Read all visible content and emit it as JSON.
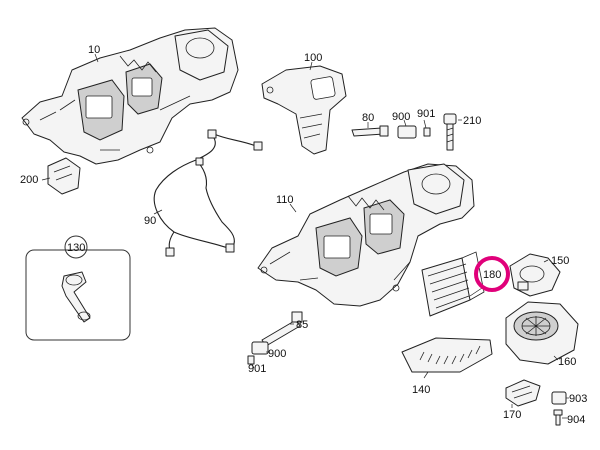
{
  "diagram": {
    "part_labels": {
      "p10": "10",
      "p100": "100",
      "p80": "80",
      "p900a": "900",
      "p901a": "901",
      "p210": "210",
      "p200": "200",
      "p90": "90",
      "p110": "110",
      "p130": "130",
      "p150": "150",
      "p180": "180",
      "p85": "85",
      "p900b": "900",
      "p901b": "901",
      "p140": "140",
      "p160": "160",
      "p170": "170",
      "p903": "903",
      "p904": "904"
    },
    "highlighted_part": "180",
    "highlight_color": "#e0007a"
  }
}
